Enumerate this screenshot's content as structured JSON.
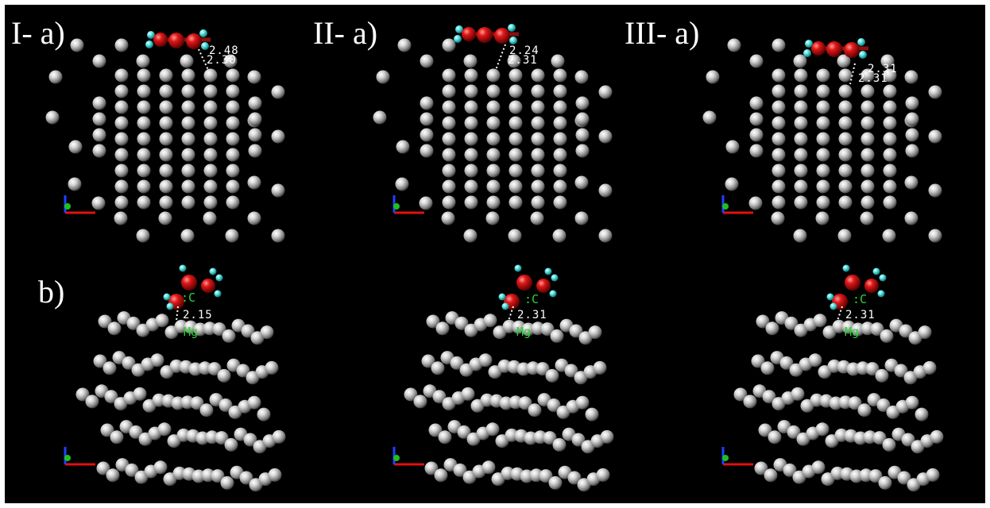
{
  "panels": [
    {
      "label": "I- a)"
    },
    {
      "label": "II- a)"
    },
    {
      "label": "III- a)"
    },
    {
      "label": "b)"
    }
  ],
  "distances": {
    "top": [
      {
        "d1": "2.48",
        "d2": "2.30"
      },
      {
        "d1": "2.24",
        "d2": "2.31"
      },
      {
        "d1": "2.31",
        "d2": "2.31"
      }
    ],
    "side": [
      {
        "d": "2.15",
        "c_label": ":C",
        "mg_label": "Mg"
      },
      {
        "d": "2.31",
        "c_label": ":C",
        "mg_label": "Mg"
      },
      {
        "d": "2.31",
        "c_label": ":C",
        "mg_label": "Mg"
      }
    ]
  },
  "colors": {
    "background": "#000000",
    "metal_atom": "#c8c8c8",
    "carbon_atom": "#d01010",
    "hydrogen_atom": "#4fe0e0",
    "label_green": "#2fd23a",
    "axis_x": "#e01010",
    "axis_y": "#20c020",
    "axis_z": "#2040ff"
  }
}
